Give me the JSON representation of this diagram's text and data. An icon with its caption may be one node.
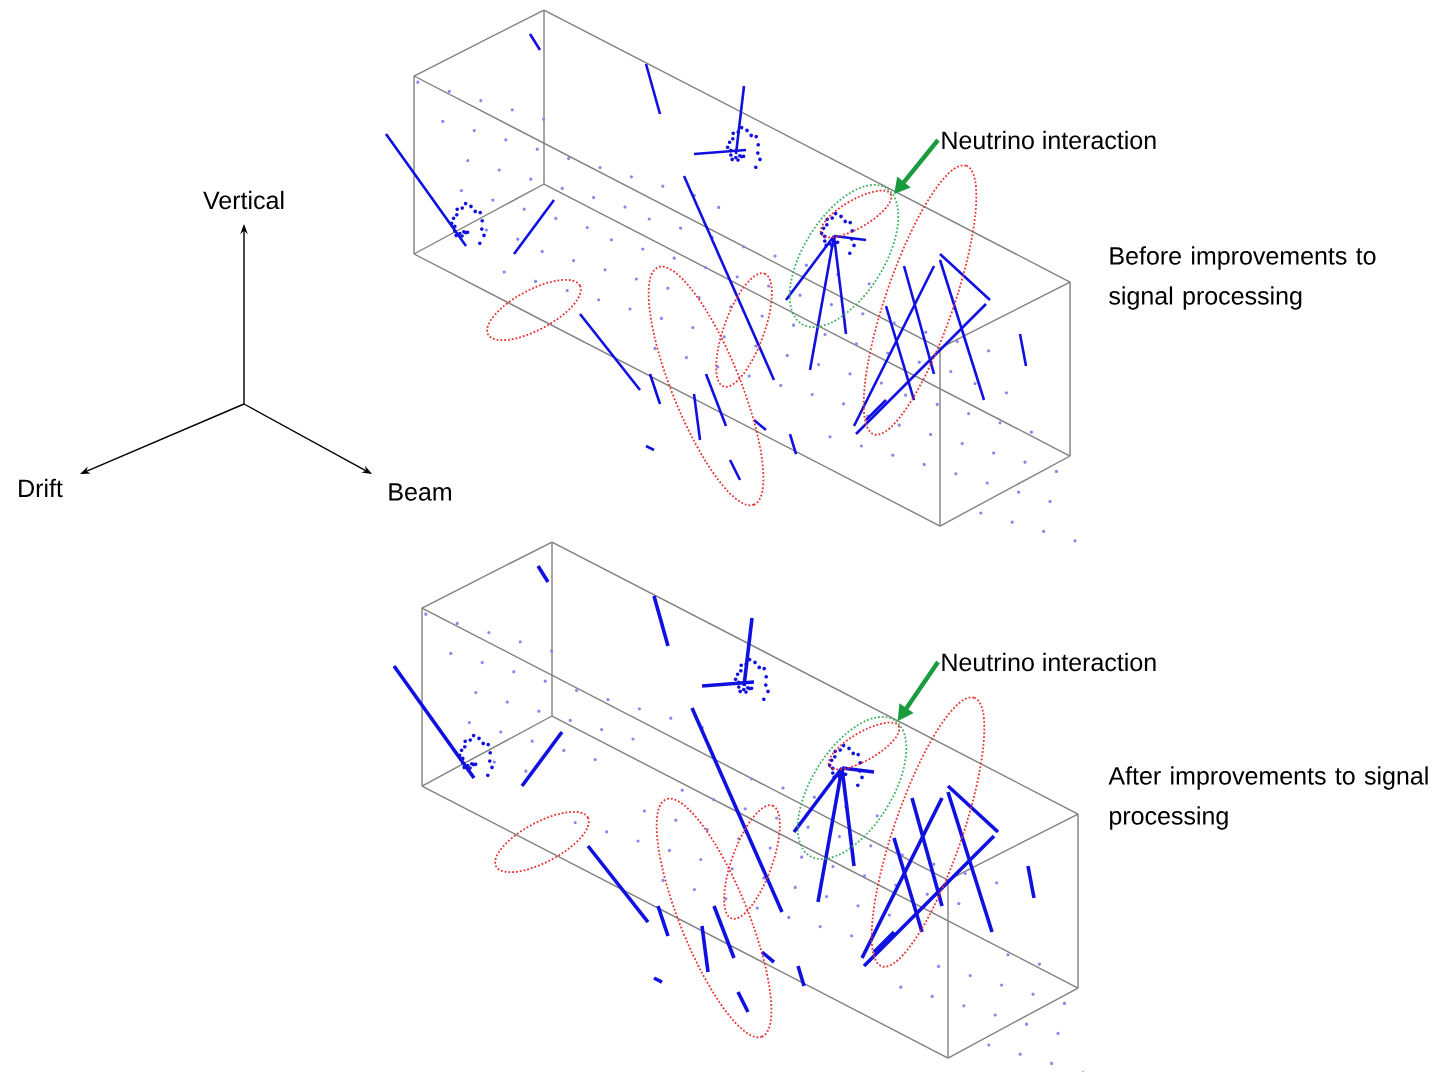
{
  "diagram": {
    "nodes": [
      {
        "text": [
          "Neutrino interaction"
        ]
      },
      {
        "text": [],
        "shape": "ellipse"
      },
      {
        "text": [
          "Neutrino interaction"
        ]
      },
      {
        "text": [],
        "shape": "ellipse"
      }
    ],
    "edges": [
      {
        "from": 0,
        "to": 1,
        "arrow": "to"
      },
      {
        "from": 2,
        "to": 3,
        "arrow": "to"
      }
    ],
    "labels": [
      "Vertical",
      "Before improvements to signal processing",
      "Drift",
      "Beam",
      "After improvements to signal processing"
    ]
  }
}
